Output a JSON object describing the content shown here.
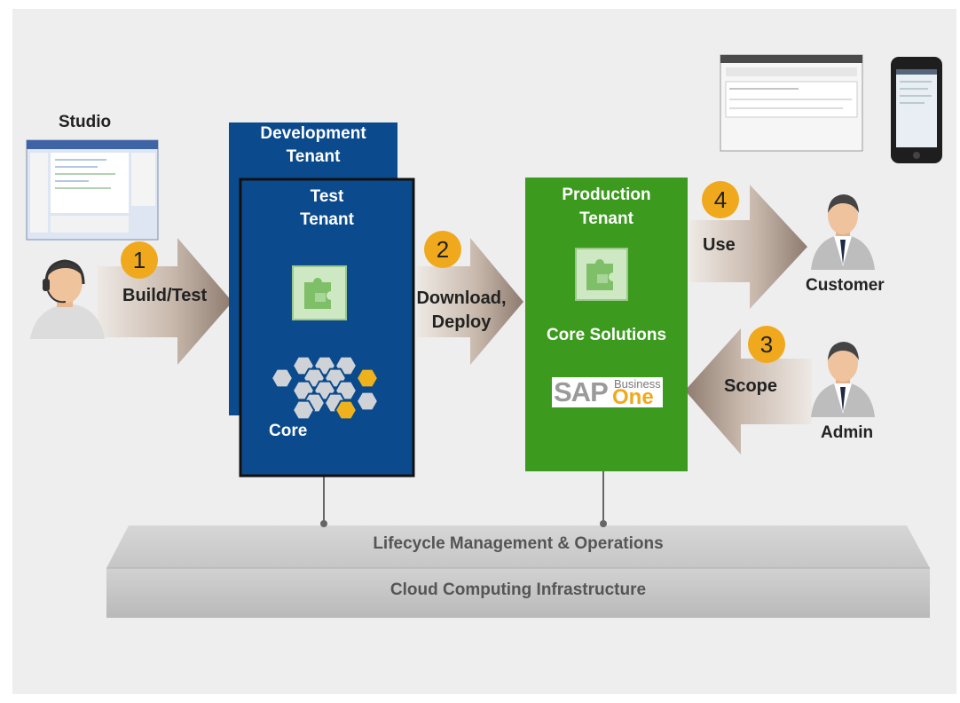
{
  "studio": {
    "label": "Studio"
  },
  "steps": [
    {
      "number": "1",
      "label": "Build/Test"
    },
    {
      "number": "2",
      "label_line1": "Download,",
      "label_line2": "Deploy"
    },
    {
      "number": "3",
      "label": "Scope"
    },
    {
      "number": "4",
      "label": "Use"
    }
  ],
  "tenants": {
    "development": {
      "line1": "Development",
      "line2": "Tenant"
    },
    "test": {
      "line1": "Test",
      "line2": "Tenant",
      "core_label": "Core"
    },
    "production": {
      "line1": "Production",
      "line2": "Tenant",
      "solutions_label": "Core Solutions"
    }
  },
  "logo": {
    "sap": "SAP",
    "business": "Business",
    "one": "One"
  },
  "people": {
    "customer": "Customer",
    "admin": "Admin"
  },
  "platform": {
    "lifecycle": "Lifecycle Management & Operations",
    "infrastructure": "Cloud Computing Infrastructure"
  },
  "colors": {
    "tenant_blue": "#0b4a8c",
    "production_green": "#3c9a1e",
    "badge_orange": "#f0a91c",
    "platform_gray": "#c8c8c8"
  }
}
